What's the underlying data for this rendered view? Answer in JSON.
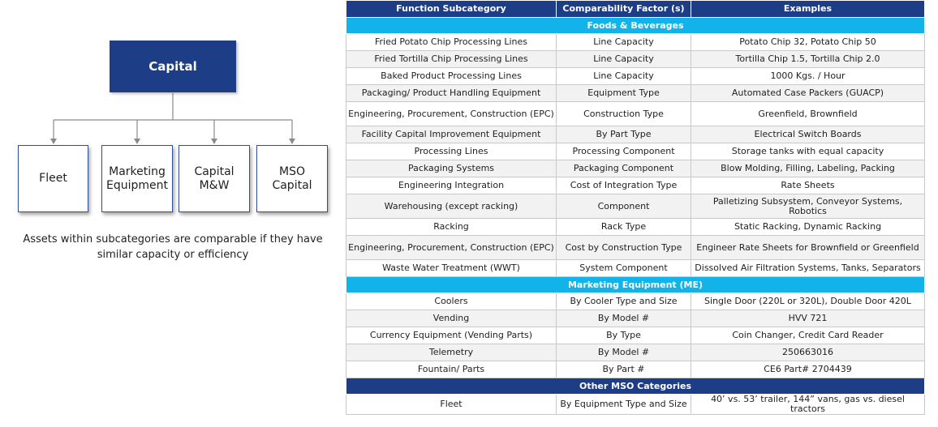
{
  "diagram": {
    "root": "Capital",
    "children": [
      "Fleet",
      "Marketing Equipment",
      "Capital M&W",
      "MSO Capital"
    ],
    "caption": "Assets within subcategories are comparable if they have similar capacity or efficiency"
  },
  "table": {
    "headers": [
      "Function Subcategory",
      "Comparability Factor (s)",
      "Examples"
    ],
    "sections": [
      {
        "title": "Foods & Beverages",
        "rows": [
          [
            "Fried Potato Chip Processing Lines",
            "Line Capacity",
            "Potato Chip 32, Potato Chip 50"
          ],
          [
            "Fried Tortilla Chip Processing Lines",
            "Line Capacity",
            "Tortilla Chip 1.5, Tortilla Chip 2.0"
          ],
          [
            "Baked Product Processing Lines",
            "Line Capacity",
            "1000 Kgs. / Hour"
          ],
          [
            "Packaging/ Product Handling Equipment",
            "Equipment Type",
            "Automated Case Packers (GUACP)"
          ],
          [
            "Engineering, Procurement, Construction (EPC)",
            "Construction Type",
            "Greenfield, Brownfield"
          ],
          [
            "Facility Capital Improvement Equipment",
            "By Part Type",
            "Electrical Switch Boards"
          ],
          [
            "Processing Lines",
            "Processing Component",
            "Storage tanks with equal capacity"
          ],
          [
            "Packaging Systems",
            "Packaging Component",
            "Blow Molding, Filling, Labeling, Packing"
          ],
          [
            "Engineering Integration",
            "Cost of Integration Type",
            "Rate Sheets"
          ],
          [
            "Warehousing (except racking)",
            "Component",
            "Palletizing Subsystem, Conveyor Systems, Robotics"
          ],
          [
            "Racking",
            "Rack Type",
            "Static Racking, Dynamic Racking"
          ],
          [
            "Engineering, Procurement, Construction (EPC)",
            "Cost by Construction Type",
            "Engineer Rate Sheets for Brownfield or Greenfield"
          ],
          [
            "Waste Water Treatment (WWT)",
            "System Component",
            "Dissolved Air Filtration Systems, Tanks, Separators"
          ]
        ]
      },
      {
        "title": "Marketing Equipment (ME)",
        "rows": [
          [
            "Coolers",
            "By Cooler Type and Size",
            "Single Door (220L or 320L),  Double Door 420L"
          ],
          [
            "Vending",
            "By Model #",
            "HVV 721"
          ],
          [
            "Currency Equipment (Vending Parts)",
            "By Type",
            "Coin Changer, Credit Card Reader"
          ],
          [
            "Telemetry",
            "By Model #",
            "250663016"
          ],
          [
            "Fountain/ Parts",
            "By Part #",
            "CE6 Part# 2704439"
          ]
        ]
      },
      {
        "title": "Other MSO Categories",
        "rows": [
          [
            "Fleet",
            "By Equipment Type and Size",
            "40’ vs. 53’ trailer, 144” vans,  gas vs. diesel tractors"
          ]
        ]
      }
    ]
  },
  "colors": {
    "navy": "#1d3d87",
    "cyan": "#12b3e8",
    "stripe": "#f2f2f2"
  }
}
